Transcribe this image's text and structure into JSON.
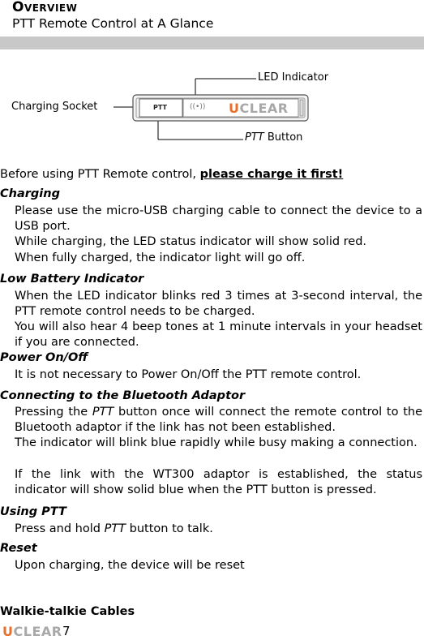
{
  "header": {
    "title": "Overview",
    "subtitle": "PTT Remote Control at A Glance"
  },
  "figure": {
    "led_label": "LED Indicator",
    "charging_label": "Charging Socket",
    "ptt_italic": "PTT",
    "ptt_button_word": "Button",
    "device_ptt_text": "PTT",
    "device_brand_u": "U",
    "device_brand_rest": "CLEAR",
    "device_led_glyph": "((•))"
  },
  "intro": {
    "prefix": "Before using PTT Remote control, ",
    "link": "please charge it first!"
  },
  "sections": {
    "charging": {
      "heading": "Charging",
      "p1": "Please use the micro-USB charging cable to connect the device to a USB port.",
      "p2": "While charging, the LED status indicator will show solid red.",
      "p3": "When fully charged, the indicator light will go off."
    },
    "low_battery": {
      "heading": "Low Battery Indicator",
      "p1": "When the LED indicator blinks red 3 times at 3-second interval, the PTT remote control needs to be charged.",
      "p2": "You will also hear 4 beep tones at 1 minute intervals in your headset if you are connected."
    },
    "power": {
      "heading": "Power On/Off",
      "p1": "It is not necessary to Power On/Off the PTT remote control."
    },
    "connecting": {
      "heading": "Connecting to the Bluetooth Adaptor",
      "p1_pre": "Pressing the ",
      "p1_italic": "PTT",
      "p1_post": " button once will connect the remote control to the Bluetooth adaptor if the link has not been established.",
      "p2": "The indicator will blink blue rapidly while busy making a connection.",
      "p3": "If the link with the WT300 adaptor is established, the status indicator will show solid blue when the PTT button is pressed."
    },
    "using": {
      "heading": "Using PTT",
      "p1_pre": "Press and hold ",
      "p1_italic": "PTT",
      "p1_post": " button to talk."
    },
    "reset": {
      "heading": "Reset",
      "p1": "Upon charging, the device will be reset"
    },
    "cables": {
      "heading": "Walkie-talkie Cables"
    }
  },
  "footer": {
    "brand_u": "U",
    "brand_rest": "CLEAR",
    "page_number": "7"
  },
  "colors": {
    "brand_orange": "#e8702a",
    "brand_gray": "#a8a8a8",
    "header_bar": "#c8c8c8"
  }
}
